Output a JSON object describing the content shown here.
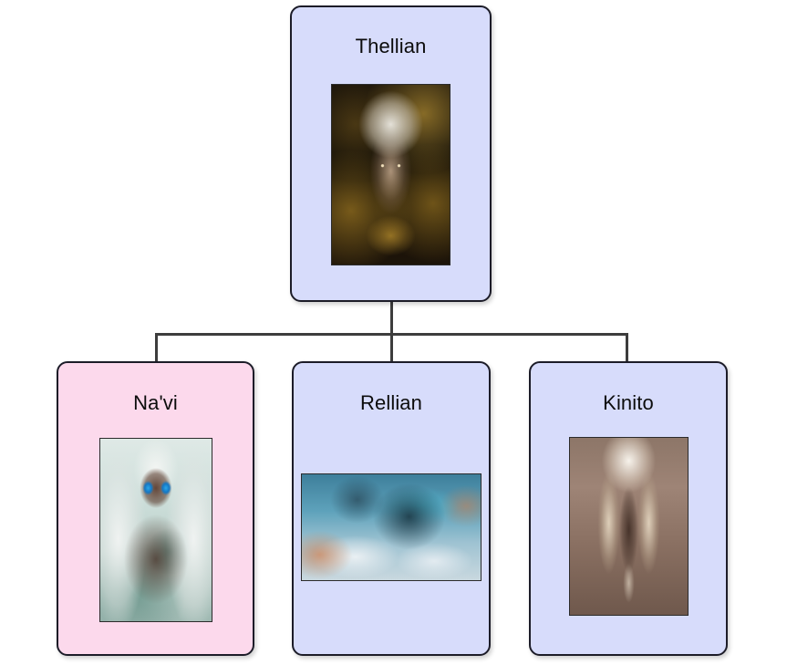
{
  "diagram": {
    "type": "family-tree",
    "background_color": "#ffffff",
    "connector_color": "#3d3d3d",
    "colors": {
      "node_fill_blue": "#d7dcfb",
      "node_fill_pink": "#fcd9ec",
      "node_border": "#1c1c28",
      "title_text": "#0c0c0c"
    }
  },
  "nodes": {
    "root": {
      "id": "thellian",
      "title": "Thellian",
      "fill": "#d7dcfb",
      "image": {
        "name": "thellian-portrait",
        "description": "Dark fantasy portrait of a white-haired warrior with gold filigree on black background",
        "orientation": "portrait"
      }
    },
    "children": [
      {
        "id": "navi",
        "title": "Na'vi",
        "fill": "#fcd9ec",
        "image": {
          "name": "navi-portrait",
          "description": "Anime-style dark-skinned elf girl with long white hair, bright blue eyes and teal jewelry",
          "orientation": "portrait"
        }
      },
      {
        "id": "rellian",
        "title": "Rellian",
        "fill": "#d7dcfb",
        "image": {
          "name": "rellian-dragon",
          "description": "Blue dragon flying through clouds with warm sunset tints",
          "orientation": "landscape"
        }
      },
      {
        "id": "kinito",
        "title": "Kinito",
        "fill": "#d7dcfb",
        "image": {
          "name": "kinito-angel",
          "description": "Winged armored angel warrior descending against a sepia sky",
          "orientation": "portrait"
        }
      }
    ]
  }
}
